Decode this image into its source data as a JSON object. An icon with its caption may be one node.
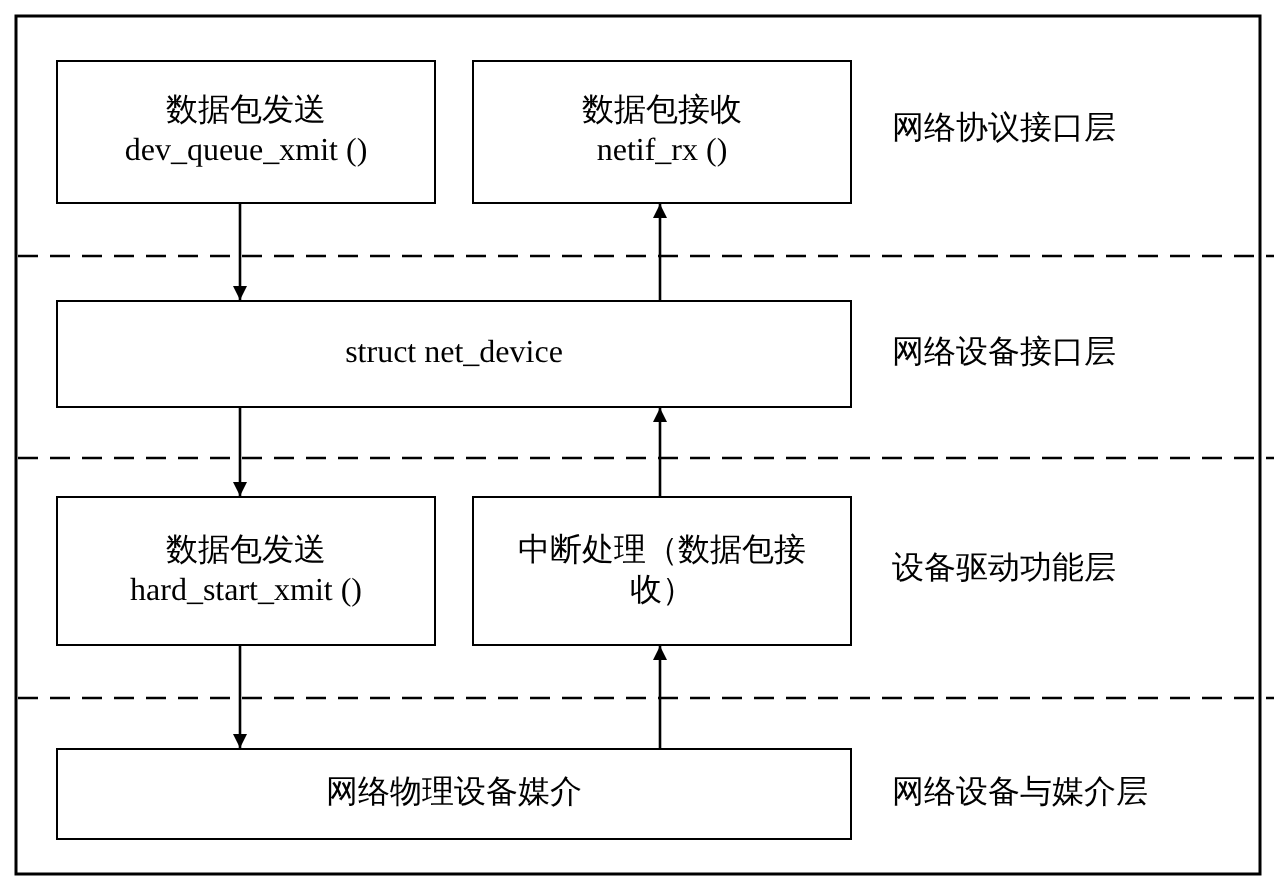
{
  "diagram": {
    "nodes": [
      {
        "text": [
          "数据包发送",
          "dev_queue_xmit ()"
        ]
      },
      {
        "text": [
          "数据包接收",
          "netif_rx ()"
        ]
      },
      {
        "text": [
          "struct net_device"
        ]
      },
      {
        "text": [
          "数据包发送",
          "hard_start_xmit ()"
        ]
      },
      {
        "text": [
          "中断处理（数据包接收）"
        ]
      },
      {
        "text": [
          "网络物理设备媒介"
        ]
      }
    ],
    "edges": [
      {
        "from": 0,
        "to": 2,
        "arrow": "to"
      },
      {
        "from": 2,
        "to": 3,
        "arrow": "to"
      },
      {
        "from": 3,
        "to": 5,
        "arrow": "to"
      },
      {
        "from": 5,
        "to": 4,
        "arrow": "to"
      },
      {
        "from": 4,
        "to": 2,
        "arrow": "to"
      },
      {
        "from": 2,
        "to": 1,
        "arrow": "to"
      }
    ],
    "labels": [
      "网络协议接口层",
      "网络设备接口层",
      "设备驱动功能层",
      "网络设备与媒介层"
    ]
  }
}
